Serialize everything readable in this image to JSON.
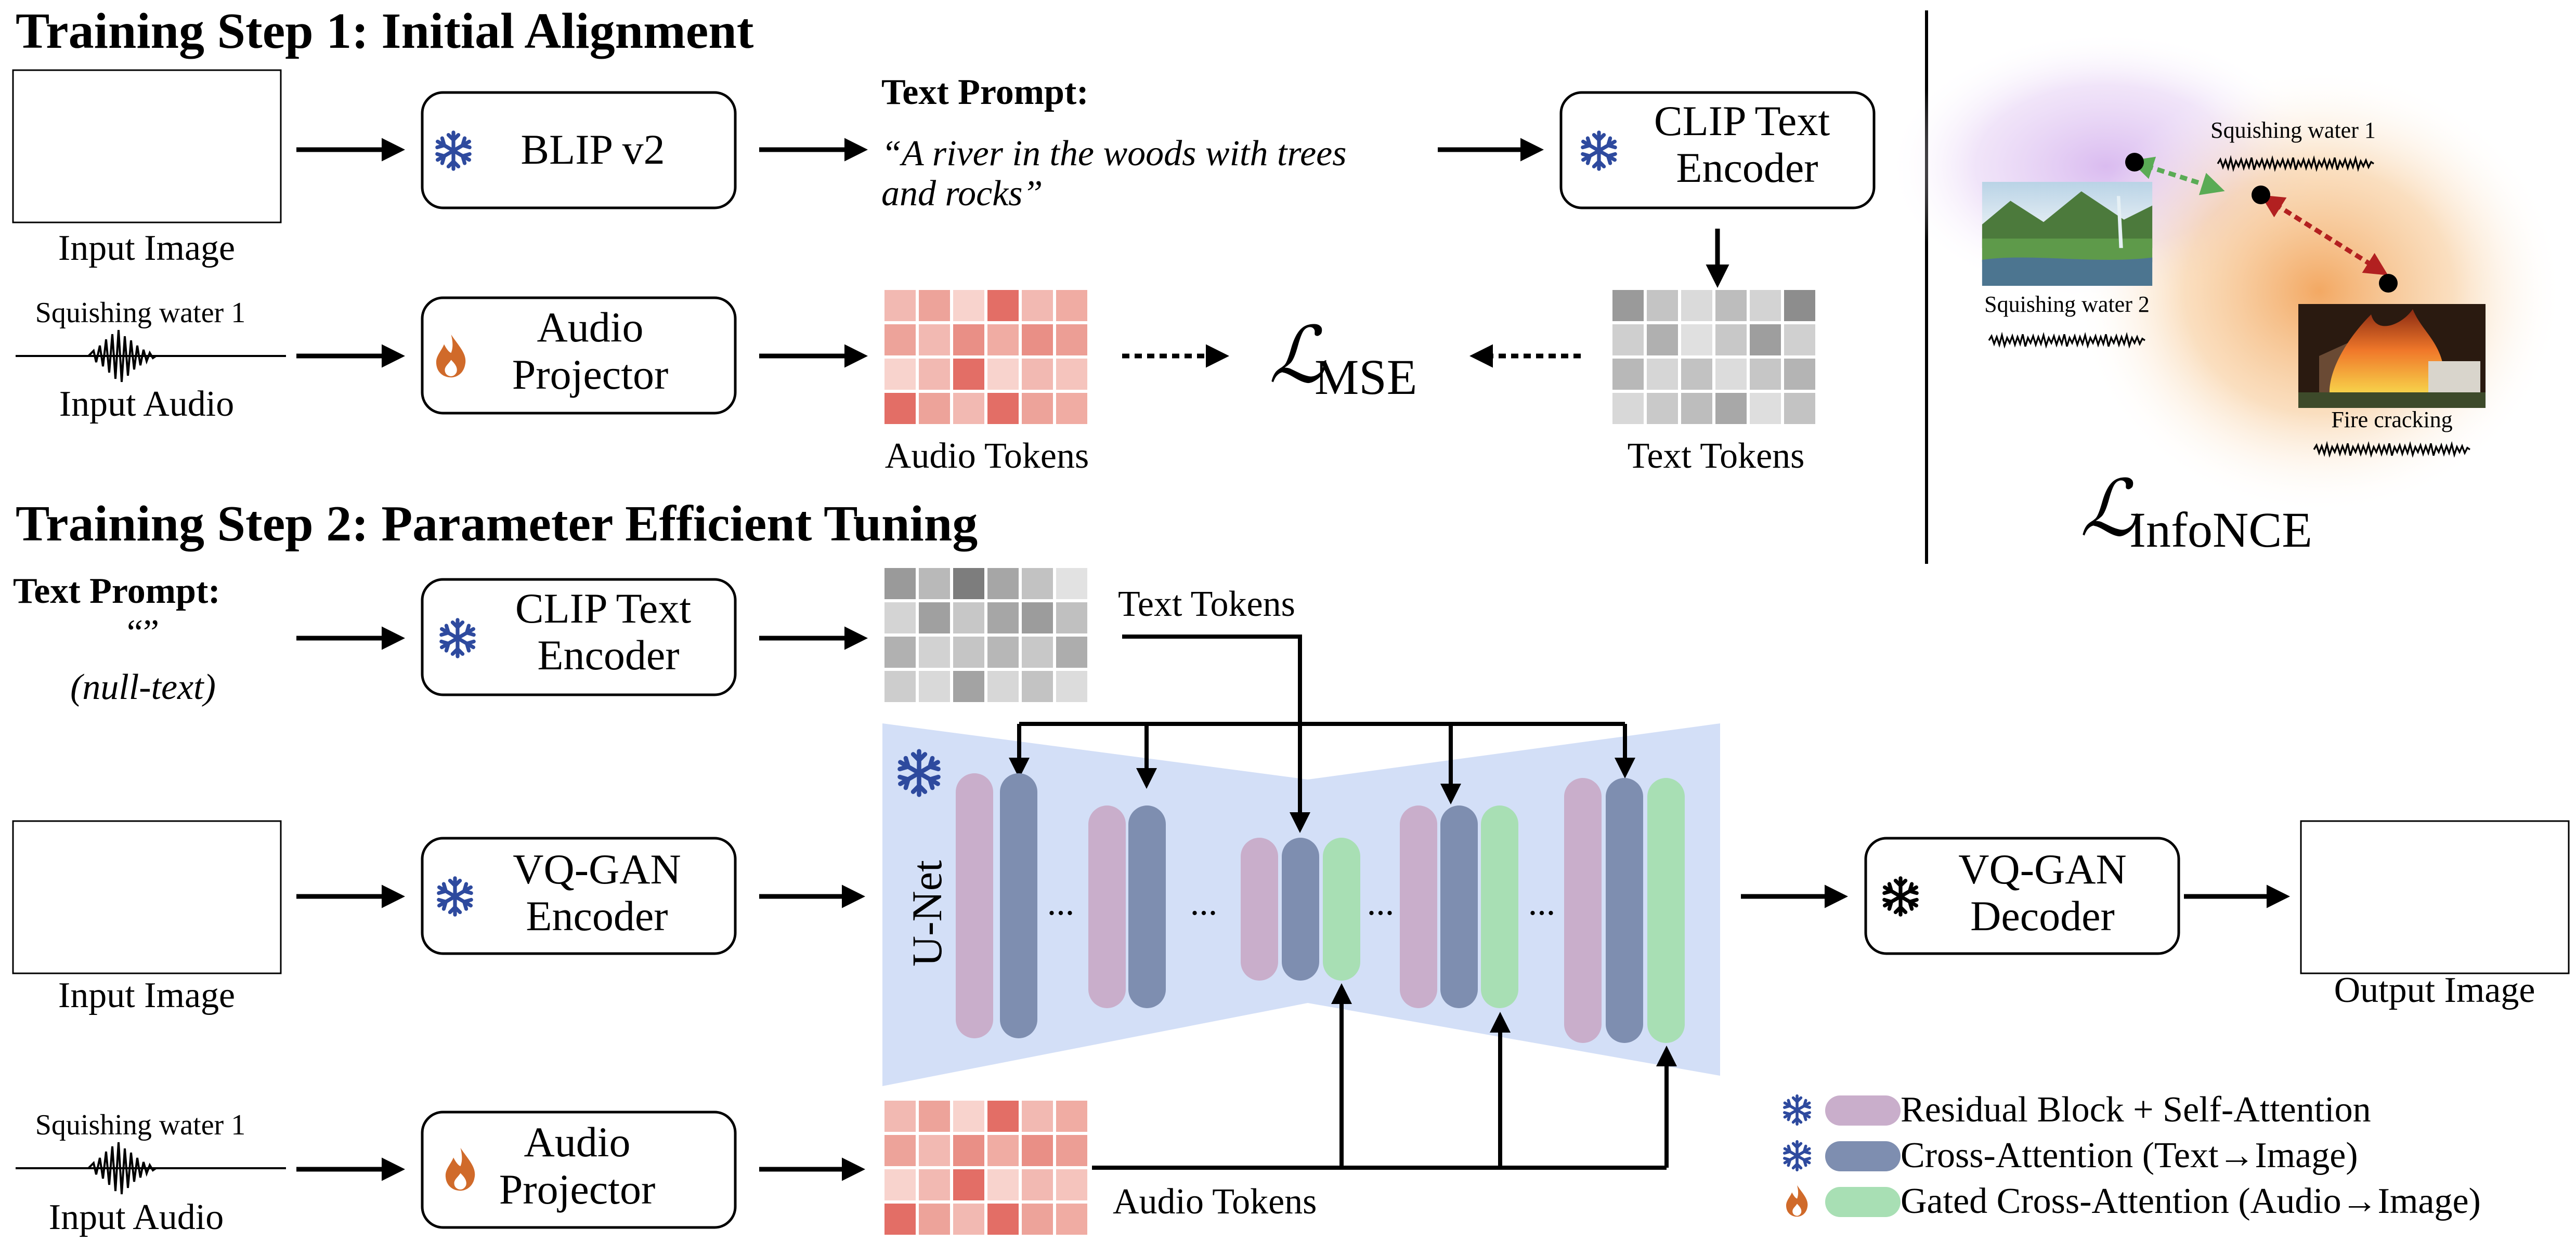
{
  "step1": {
    "title": "Training Step 1: Initial Alignment",
    "input_image_caption": "Input Image",
    "audio_name": "Squishing water 1",
    "input_audio_caption": "Input Audio",
    "blip": "BLIP v2",
    "text_prompt_label": "Text Prompt:",
    "text_prompt_line1": "“A river in the woods with trees",
    "text_prompt_line2": "and rocks”",
    "clip_line1": "CLIP Text",
    "clip_line2": "Encoder",
    "projector_line1": "Audio",
    "projector_line2": "Projector",
    "audio_tokens": "Audio Tokens",
    "text_tokens": "Text Tokens",
    "loss_mse_main": "ℒ",
    "loss_mse_sub": "MSE"
  },
  "infonce": {
    "label_top": "Squishing water 1",
    "label_left": "Squishing water 2",
    "label_right": "Fire cracking",
    "loss_main": "ℒ",
    "loss_sub": "InfoNCE"
  },
  "step2": {
    "title": "Training Step 2: Parameter Efficient Tuning",
    "text_prompt_label": "Text Prompt:",
    "text_prompt_value": "“”",
    "null_text": "(null-text)",
    "clip_line1": "CLIP Text",
    "clip_line2": "Encoder",
    "text_tokens": "Text Tokens",
    "input_image_caption": "Input Image",
    "vqgan_enc_line1": "VQ-GAN",
    "vqgan_enc_line2": "Encoder",
    "unet": "U-Net",
    "ellipsis": "...",
    "vqgan_dec_line1": "VQ-GAN",
    "vqgan_dec_line2": "Decoder",
    "output_image_caption": "Output Image",
    "audio_name": "Squishing water 1",
    "input_audio_caption": "Input Audio",
    "projector_line1": "Audio",
    "projector_line2": "Projector",
    "audio_tokens": "Audio Tokens"
  },
  "legend": {
    "residual": "Residual Block + Self-Attention",
    "cross": "Cross-Attention (Text→Image)",
    "gated": "Gated Cross-Attention (Audio→Image)"
  },
  "icons": {
    "frozen": "snowflake-icon",
    "trainable": "flame-icon"
  },
  "colors": {
    "frozen_icon": "#2e4a9e",
    "flame_icon": "#d06a2a",
    "residual_block": "#c9aecb",
    "cross_attention": "#7e8eb0",
    "gated_cross_attention": "#a8dfb4",
    "unet_bg": "#d3dff7",
    "audio_token": "#e8857b",
    "text_token": "#a8a8a8"
  }
}
